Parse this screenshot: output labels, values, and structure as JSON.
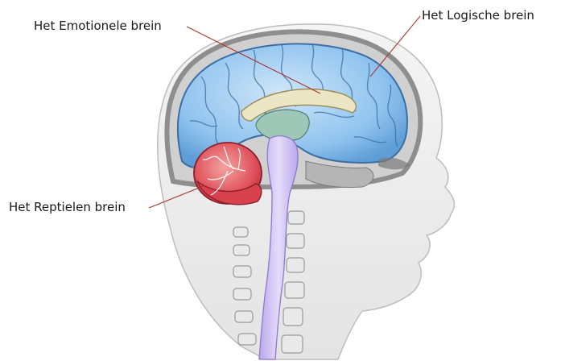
{
  "labels": {
    "emotional": "Het Emotionele brein",
    "logical": "Het Logische brein",
    "reptilian": "Het Reptielen brein"
  },
  "colors": {
    "cortex": "#8fc3ee",
    "cortex_outline": "#3a6ea5",
    "cerebellum": "#e0505a",
    "limbic": "#e8e2c4",
    "brainstem": "#cdbdf0",
    "skin": "#f2f2f2",
    "skull": "#c9c9c9",
    "leader_line": "#a8362e"
  },
  "icons": {
    "figure": "head-cross-section-illustration"
  }
}
